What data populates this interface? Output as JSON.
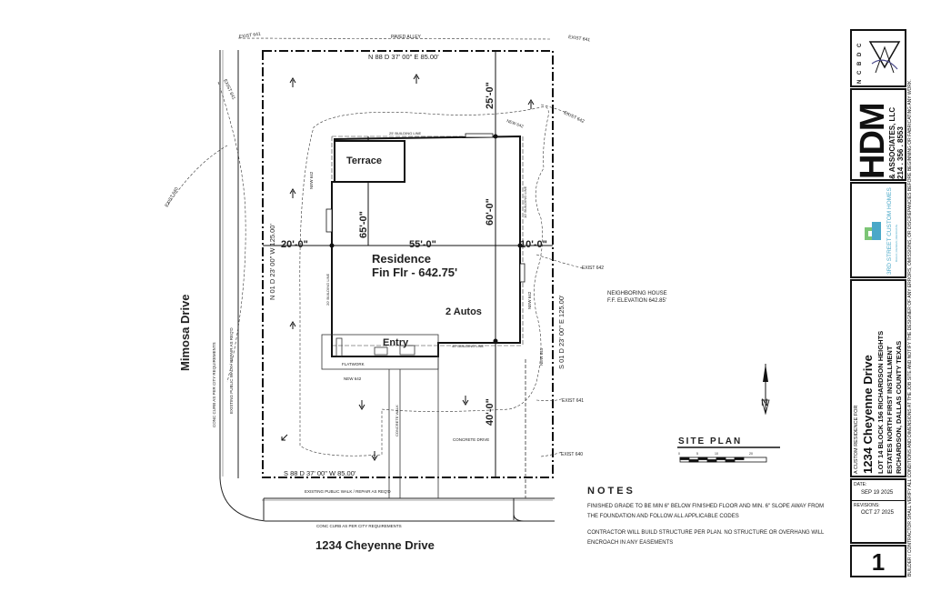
{
  "labels": {
    "paved_alley": "PAVED ALLEY",
    "exist_641_a": "EXIST 641",
    "exist_641_b": "EXIST 641",
    "exist_641_c": "EXIST 641",
    "exist_641_d": "EXIST 641",
    "exist_640_a": "EXIST 640",
    "exist_640_b": "EXIST 640",
    "exist_642_a": "EXIST 642",
    "exist_642_b": "EXIST 642",
    "north_bearing": "N 88 D 37' 00\" E  85.00'",
    "south_bearing": "S 88 D 37' 00\" W  85.00'",
    "west_bearing": "N 01 D 23' 00\" W  125.00'",
    "east_bearing": "S 01 D 23' 00\" E  125.00'",
    "dim_rear": "25'-0\"",
    "dim_left": "20'-0\"",
    "dim_width": "55'-0\"",
    "dim_right": "10'-0\"",
    "dim_depth_left": "65'-0\"",
    "dim_depth_right": "60'-0\"",
    "dim_front": "40'-0\"",
    "terrace": "Terrace",
    "residence": "Residence",
    "fin_flr": "Fin Flr - 642.75'",
    "autos": "2 Autos",
    "entry": "Entry",
    "flatwork": "FLATWORK",
    "new_642_a": "NEW 642",
    "new_642_b": "NEW 642",
    "new_642_c": "NEW 642",
    "new_642_d": "NEW 642",
    "new_641": "NEW 641",
    "bl_20": "20' BUILDING LINE",
    "bl_10": "10' BUILDING LINE",
    "bl_25": "25' BUILDING LINE",
    "bl_40": "40' BUILDING LINE",
    "concrete_walk": "CONCRETE WALK",
    "concrete_drive": "CONCRETE DRIVE",
    "neighbor_1": "NEIGHBORING HOUSE",
    "neighbor_2": "F.F. ELEVATION 642.85'",
    "existing_walk_bottom": "EXISTING PUBLIC WALK / REPAIR AS REQ'D",
    "existing_walk_left": "EXISTING PUBLIC WALK / REPAIR AS REQ'D",
    "curb_bottom": "CONC CURB AS PER CITY REQUIREMENTS",
    "curb_left": "CONC CURB AS PER CITY REQUIREMENTS",
    "street_left": "Mimosa Drive",
    "street_bottom": "1234 Cheyenne Drive",
    "site_plan": "SITE  PLAN",
    "scale_0": "0",
    "scale_1": "5",
    "scale_2": "10",
    "scale_3": "20",
    "north": "N"
  },
  "notes": {
    "heading": "NOTES",
    "line1": "FINISHED GRADE TO BE  MIN 6\" BELOW FINISHED FLOOR AND MIN. 6\" SLOPE AWAY FROM",
    "line2": "THE FOUNDATION AND FOLLOW ALL APPLICABLE CODES",
    "line3": "CONTRACTOR WILL BUILD STRUCTURE PER PLAN. NO STRUCTURE OR OVERHANG WILL",
    "line4": "ENCROACH IN ANY EASEMENTS"
  },
  "title_block": {
    "seal_text": "N C B D C",
    "firm_big": "HDM",
    "firm_line": "& ASSOCIATES, LLC",
    "firm_phone": "214 . 356 . 8553",
    "builder_name": "3RD STREET CUSTOM HOMES",
    "builder_tag": "BUILD  |  DESIGN  |  RENOVATE",
    "proj_for": "A CUSTOM RESIDENCE FOR",
    "proj_addr": "1234 Cheyenne Drive",
    "proj_lot1": "LOT 14 BLOCK 156 RICHARDSON HEIGHTS",
    "proj_lot2": "ESTATES NORTH FIRST INSTALLMENT",
    "proj_city": "RICHARDSON, DALLAS COUNTY TEXAS",
    "date_label": "DATE:",
    "date_value": "SEP 19 2025",
    "rev_label": "REVISIONS:",
    "rev_value": "OCT 27 2025",
    "sheet_no": "1",
    "disclaimer": "BUILDER / CONTRACTOR SHALL VERIFY ALL CONDITIONS AND DIMENSIONS AT THE JOB SITE AND NOTIFY THE DESIGNER OF ANY ERRORS, OMISSIONS, OR DISCREPANCIES BEFORE BEGINNING OR FABRICATING ANY WORK."
  },
  "colors": {
    "line": "#111111",
    "brand_teal": "#4aa8c8",
    "brand_green": "#7cc576"
  }
}
